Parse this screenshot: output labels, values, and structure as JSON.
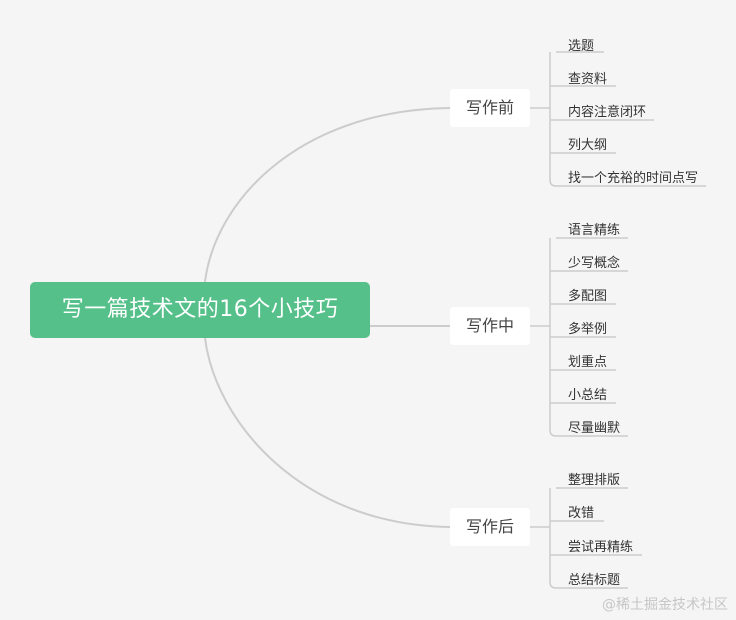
{
  "root": {
    "label": "写一篇技术文的16个小技巧"
  },
  "branches": [
    {
      "label": "写作前",
      "children": [
        "选题",
        "查资料",
        "内容注意闭环",
        "列大纲",
        "找一个充裕的时间点写"
      ]
    },
    {
      "label": "写作中",
      "children": [
        "语言精练",
        "少写概念",
        "多配图",
        "多举例",
        "划重点",
        "小总结",
        "尽量幽默"
      ]
    },
    {
      "label": "写作后",
      "children": [
        "整理排版",
        "改错",
        "尝试再精练",
        "总结标题"
      ]
    }
  ],
  "watermark": "@稀土掘金技术社区",
  "colors": {
    "root": "#55c08a",
    "line": "#cccccc",
    "background": "#f5f5f5"
  }
}
